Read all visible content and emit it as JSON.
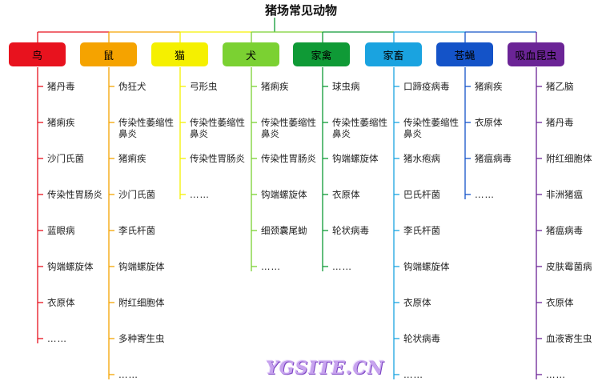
{
  "title": "猪场常见动物",
  "watermark": "YGSITE.CN",
  "categories": [
    {
      "name": "鸟",
      "color": "#e8121e",
      "text_color": "#000000",
      "items": [
        "猪丹毒",
        "猪痢疾",
        "沙门氏菌",
        "传染性胃肠炎",
        "蓝眼病",
        "钩端螺旋体",
        "衣原体",
        "……"
      ]
    },
    {
      "name": "鼠",
      "color": "#f5a300",
      "text_color": "#000000",
      "items": [
        "伪狂犬",
        "传染性萎缩性鼻炎",
        "猪痢疾",
        "沙门氏菌",
        "李氏杆菌",
        "钩端螺旋体",
        "附红细胞体",
        "多种寄生虫",
        "……"
      ]
    },
    {
      "name": "猫",
      "color": "#f5f000",
      "text_color": "#000000",
      "items": [
        "弓形虫",
        "传染性萎缩性鼻炎",
        "传染性胃肠炎",
        "……"
      ]
    },
    {
      "name": "犬",
      "color": "#7bd132",
      "text_color": "#000000",
      "items": [
        "猪痢疾",
        "传染性萎缩性鼻炎",
        "传染性胃肠炎",
        "钩端螺旋体",
        "细颈囊尾蚴",
        "……"
      ]
    },
    {
      "name": "家禽",
      "color": "#0f9a36",
      "text_color": "#000000",
      "items": [
        "球虫病",
        "传染性萎缩性鼻炎",
        "钩端螺旋体",
        "衣原体",
        "轮状病毒",
        "……"
      ]
    },
    {
      "name": "家畜",
      "color": "#1aa3e0",
      "text_color": "#000000",
      "items": [
        "口蹄疫病毒",
        "传染性萎缩性鼻炎",
        "猪水疱病",
        "巴氏杆菌",
        "李氏杆菌",
        "钩端螺旋体",
        "衣原体",
        "轮状病毒",
        "……"
      ]
    },
    {
      "name": "苍蝇",
      "color": "#1453c8",
      "text_color": "#000000",
      "items": [
        "猪痢疾",
        "衣原体",
        "猪瘟病毒",
        "……"
      ]
    },
    {
      "name": "吸血昆虫",
      "color": "#6b2496",
      "text_color": "#000000",
      "items": [
        "猪乙脑",
        "猪丹毒",
        "附红细胞体",
        "非洲猪瘟",
        "猪瘟病毒",
        "皮肤霉菌病",
        "衣原体",
        "血液寄生虫",
        "……"
      ]
    }
  ]
}
